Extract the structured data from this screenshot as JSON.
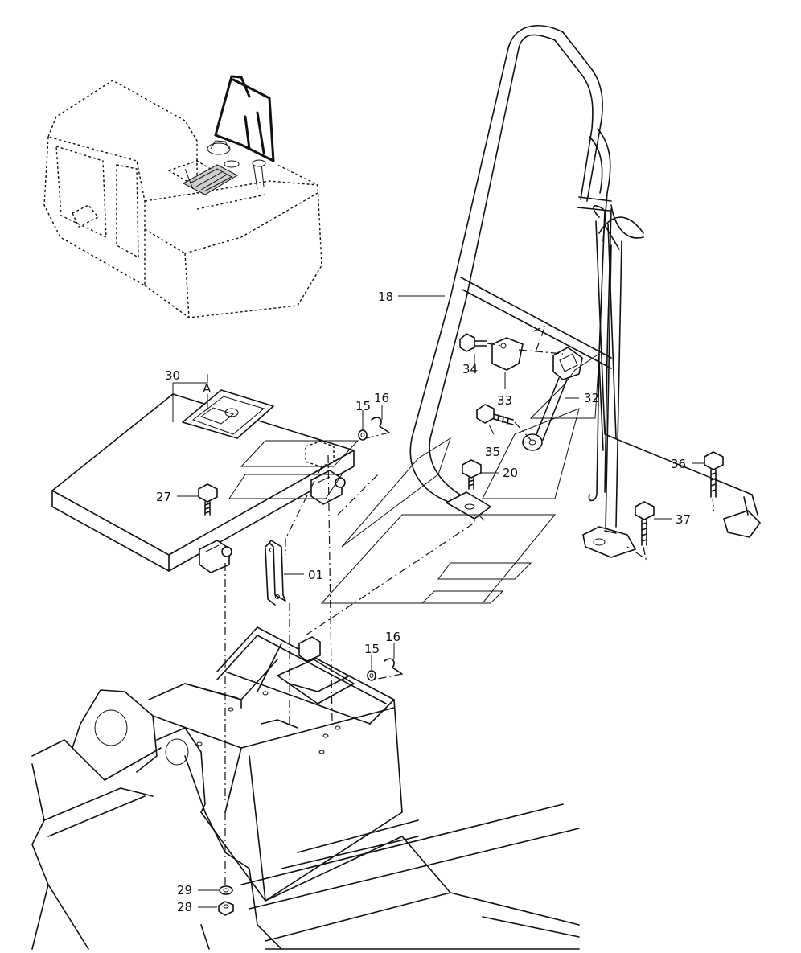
{
  "labels": {
    "l18": "18",
    "l30": "30",
    "lA": "A",
    "l15a": "15",
    "l16a": "16",
    "l34": "34",
    "l33": "33",
    "l32": "32",
    "l35": "35",
    "l20": "20",
    "l36": "36",
    "l37": "37",
    "l27": "27",
    "l01": "01",
    "l15b": "15",
    "l16b": "16",
    "l29": "29",
    "l28": "28"
  }
}
